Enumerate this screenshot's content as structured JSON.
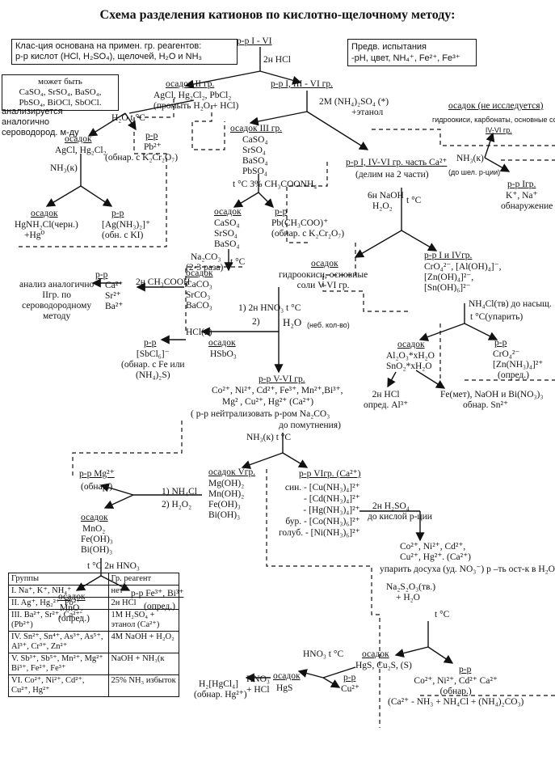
{
  "title": "Схема разделения катионов по кислотно-щелочному методу:",
  "boxes": {
    "classification": [
      "Клас-ция оснoвана на примен. гр. реагентов:",
      "р-р кислот (HCl, H₂SO₄), щелочей, H₂O и NH₃"
    ],
    "preliminary": [
      "Предв. испытания",
      "-pH, цвет, NH₄⁺, Fe²⁺, Fe³⁺"
    ],
    "may_be": [
      "может быть",
      "CaSO₄, SrSO₄, BaSO₄,",
      "PbSO₄, BiOCl, SbOCl."
    ]
  },
  "nodes": {
    "start": "р-р I - VI",
    "reagent_hcl": "2н HCl",
    "precip_ii_title": "осадок II гр.",
    "precip_ii_body": [
      "AgCl, Hg₂Cl₂, PbCl₂",
      "(промыть H₂O + HCl)"
    ],
    "sol_i_iii_vi": "р-р I, III - VI гр.",
    "reagent_h2so4": [
      "2М (NH₄)₂SO₄ (*)",
      "+этанол"
    ],
    "not_examined_title": "осадок (не исследуется)",
    "not_examined_body": [
      "гидроокиси, карбонаты, основные соли",
      "IV-VI гр."
    ],
    "analyzed_like": [
      "анализируется",
      "аналогично",
      "сероводород. м-ду"
    ],
    "h2o_tc": "H₂O  t °C",
    "precip_agcl_title": "осадок",
    "precip_agcl_body": "AgCl, Hg₂Cl₂",
    "pb_sol_title": "р-р",
    "pb_sol_body": [
      "Pb²⁺",
      "(обнар. с K₂Cr₂O₇)"
    ],
    "nh3_k": "NH₃(к)",
    "precip_hg_title": "осадок",
    "precip_hg_body": [
      "HgNH₂Cl(черн.)",
      "+Hg⁰"
    ],
    "ag_sol_title": "р-р",
    "ag_sol_body": [
      "[Ag(NH₃)₂]⁺",
      "(обн. с KI)"
    ],
    "precip_iii_title": "осадок III гр.",
    "precip_iii_body": [
      "CaSO₄",
      "SrSO₄",
      "BaSO₄",
      "PbSO₄"
    ],
    "tc_ch3coonh4": "t °C    3% CH₃COONH₄",
    "sol_iv_vi": "р-р I, IV-VI гр. часть Ca²⁺",
    "split_two": "(делим на 2 части)",
    "nh3_k2": "NH₃(к)",
    "until_stop": "(до шел. р-ции)",
    "sol_i_group": "р-р Iгр.",
    "sol_i_body": [
      "K⁺, Na⁺",
      "обнаружение"
    ],
    "precip_so4_title": "осадок",
    "precip_so4_body": [
      "CaSO₄",
      "SrSO₄",
      "BaSO₄"
    ],
    "pb_acetate_title": "р-р",
    "pb_acetate_body": [
      "Pb(CH₃COO)⁺",
      "(обнар. с K₂Cr₂O₇)"
    ],
    "naoh_h2o2": [
      "6н NaOH",
      "H₂O₂"
    ],
    "tc": "t °C",
    "na2co3": [
      "Na₂CO₃",
      "(2-3 раза)"
    ],
    "tc2": "t °C",
    "analysis_like_ii": [
      "анализ аналогично",
      "IIгр. по",
      "сероводородному",
      "методу"
    ],
    "sol_carb_title": "р-р",
    "sol_carb_body": [
      "Ca²⁺",
      "Sr²⁺",
      "Ba²⁺"
    ],
    "acetic": "2н CH₃COOH",
    "precip_carb_title": "осадок",
    "precip_carb_body": [
      "CaCO₃",
      "SrCO₃",
      "BaCO₃"
    ],
    "precip_hydrox_title": "осадок",
    "precip_hydrox_body": [
      "гидроокиси, основные",
      "соли  V-VI гр."
    ],
    "sol_i_iv_title": "р-р I и IVгр.",
    "sol_i_iv_body": [
      "CrO₄²⁻, [Al(OH)₄]⁻,",
      "[Zn(OH)₄]²⁻,",
      "[Sn(OH)₆]²⁻"
    ],
    "step1": "1)  2н HNO₃  t °C",
    "step2": "2)",
    "h2o_neb": "H₂O",
    "h2o_neb_note": "(неб. кол-во)",
    "nh4cl_tv": "NH₄Cl(тв) до насыщ.",
    "tc_evap": "t °C(упарить)",
    "hcl_k": "HCl(к)",
    "precip_hsb_title": "осадок",
    "precip_hsb_body": "HSbO₃",
    "sol_sbcl_title": "р-р",
    "sol_sbcl_body": [
      "[SbCl₆]⁻",
      "(обнар. с Fe или",
      "(NH₄)₂S)"
    ],
    "precip_al_title": "осадок",
    "precip_al_body": [
      "Al₂O₃*xH₂O",
      "SnO₂*xH₂O"
    ],
    "sol_cr_title": "р-р",
    "sol_cr_body": [
      "CrO₄²⁻",
      "[Zn(NH₃)₄]²⁺",
      "(опред.)"
    ],
    "al_detect": [
      "2н HCl",
      "опред. Al³⁺"
    ],
    "sn_detect": [
      "Fe(мет), NaOH и Bi(NO₃)₃",
      "обнар. Sn²⁺"
    ],
    "sol_v_vi_title": "р-р V-VI гр.",
    "sol_v_vi_body": "Co²⁺, Ni²⁺, Cd²⁺, Fe³⁺, Mn²⁺,Bi³⁺,",
    "sol_v_vi_body2": "Mg²  , Cu²⁺, Hg²⁺ (Ca²⁺)",
    "neutralize": "( р-р   нейтрализовать р-ром  Na₂CO₃",
    "until_turbid": "до помутнения)",
    "nh3_tc": "NH₃(к)  t °C",
    "sol_mg_title": "р-р Mg²⁺",
    "sol_mg_body": "(обнар.)",
    "precip_v_title": "осадок  Vгр.",
    "precip_v_body": [
      "Mg(OH)₂",
      "Mn(OH)₂",
      "Fe(OH)₃",
      "Bi(OH)₃"
    ],
    "nh4cl_h2o2": [
      "1) NH₄Cl",
      "2) H₂O₂"
    ],
    "sol_vi_title": "р-р  VIгр. (Ca²⁺)",
    "sol_vi_body": [
      "син. - [Cu(NH₃)₄]²⁺",
      "- [Cd(NH₃)₄]²⁺",
      "- [Hg(NH₃)₄]²⁺",
      "бур. - [Co(NH₃)₆]²⁺",
      "голуб. - [Ni(NH₃)₆]²⁺"
    ],
    "h2so4_acid": [
      "2н H₂SO₄",
      "до кислой р-ции"
    ],
    "precip_mn_title": "осадок",
    "precip_mn_body": [
      "MnO₂",
      "Fe(OH)₃",
      "Bi(OH)₃"
    ],
    "tc_hno3": "t °C  2н HNO₃",
    "precip_mno2_title": "осадок",
    "precip_mno2_body": [
      "MnO₂",
      "(опред.)"
    ],
    "sol_fe_title": "р-р Fe³⁺, Bi³⁺",
    "sol_fe_body": "(опред.)",
    "sol_cations": [
      "Co²⁺, Ni²⁺, Cd²⁺,",
      "Cu²⁺, Hg²⁺. (Ca²⁺)"
    ],
    "evaporate": "упарить досуха (уд. NO₃⁻) р –ть ост-к в H₂O",
    "na2s2o3": [
      "Na₂S₂O₃(тв.)",
      "+ H₂O"
    ],
    "tc3": "t °C",
    "hno3_tc": "HNO₃  t °C",
    "precip_hgs_title": "осадок",
    "precip_hgs_body": "HgS, Cu₂S, (S)",
    "h2hgcl4": [
      "H₂[HgCl₄]",
      "(обнар. Hg²⁺)"
    ],
    "hno3_hcl": [
      "HNO₃",
      "+ HCl"
    ],
    "precip_hgs2_title": "осадок",
    "precip_hgs2_body": "HgS",
    "sol_cu_title": "р-р",
    "sol_cu_body": "Cu²⁺",
    "sol_final_title": "р-р",
    "sol_final_body": [
      "Co²⁺, Ni²⁺, Cd²⁺ Ca²⁺",
      "(обнар.)",
      "(Ca²⁺ - NH₃ + NH₄Cl + (NH₄)₂CO₃)"
    ]
  },
  "table": {
    "headers": [
      "Группы",
      "Гр. реагент"
    ],
    "rows": [
      [
        "I.  Na⁺, K⁺, NH₄⁺",
        "нет"
      ],
      [
        "II. Ag⁺, Hg₂²⁺, Pb²⁺",
        "2н HCl"
      ],
      [
        "III. Ba²⁺, Sr²⁺, Ca²⁺, (Pb²⁺)",
        "1M H₂SO₄ + этанол (Ca²⁺)"
      ],
      [
        "IV. Sn²⁺, Sn⁴⁺, As³⁺, As⁵⁺, Al³⁺, Cr³⁺, Zn²⁺",
        "4M NaOH + H₂O₂"
      ],
      [
        "V. Sb³⁺, Sb⁵⁺, Mn²⁺, Mg²⁺ Bi³⁺, Fe²⁺, Fe³⁺",
        "NaOH + NH₃(к"
      ],
      [
        "VI. Co²⁺, Ni²⁺, Cd²⁺, Cu²⁺, Hg²⁺",
        "25% NH₃ избыток"
      ]
    ]
  }
}
